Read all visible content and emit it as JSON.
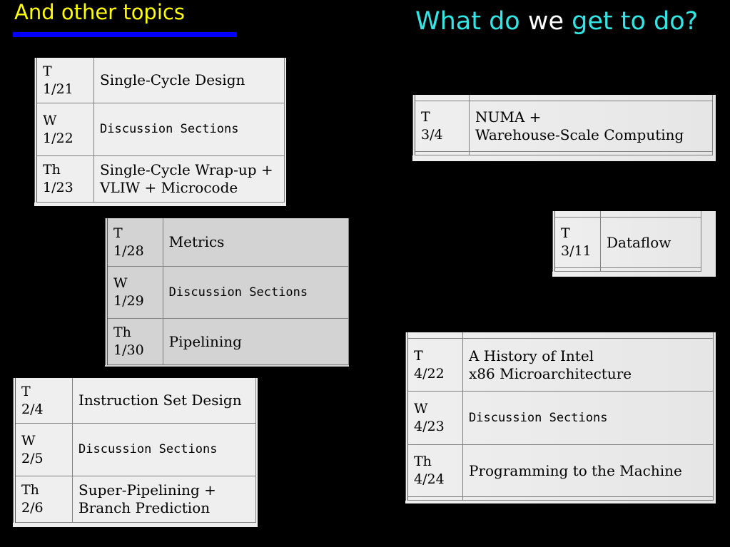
{
  "title_left": "And other topics",
  "title_right": {
    "part1": "What do",
    "part2": "we",
    "part3": "get to do?"
  },
  "tables": {
    "t1": [
      {
        "day": "T",
        "date": "1/21",
        "topic": "Single-Cycle Design"
      },
      {
        "day": "W",
        "date": "1/22",
        "topic": "Discussion Sections"
      },
      {
        "day": "Th",
        "date": "1/23",
        "topic": "Single-Cycle Wrap-up +",
        "topic2": "VLIW + Microcode"
      }
    ],
    "t2": [
      {
        "day": "T",
        "date": "1/28",
        "topic": "Metrics"
      },
      {
        "day": "W",
        "date": "1/29",
        "topic": "Discussion Sections"
      },
      {
        "day": "Th",
        "date": "1/30",
        "topic": "Pipelining"
      }
    ],
    "t3": [
      {
        "day": "T",
        "date": "2/4",
        "topic": "Instruction Set Design"
      },
      {
        "day": "W",
        "date": "2/5",
        "topic": "Discussion Sections"
      },
      {
        "day": "Th",
        "date": "2/6",
        "topic": "Super-Pipelining +",
        "topic2": "Branch Prediction"
      }
    ],
    "t4": [
      {
        "day": "T",
        "date": "3/4",
        "topic": "NUMA +",
        "topic2": "Warehouse-Scale Computing"
      }
    ],
    "t5": [
      {
        "day": "T",
        "date": "3/11",
        "topic": "Dataflow"
      }
    ],
    "t6": [
      {
        "day": "T",
        "date": "4/22",
        "topic": "A History of Intel",
        "topic2": "x86 Microarchitecture"
      },
      {
        "day": "W",
        "date": "4/23",
        "topic": "Discussion Sections"
      },
      {
        "day": "Th",
        "date": "4/24",
        "topic": "Programming to the Machine"
      }
    ]
  },
  "colors": {
    "title_left": "#ffff00",
    "underline": "#0000ff",
    "title_right_accent": "#33e5e5",
    "title_right_plain": "#ffffff",
    "background": "#000000"
  }
}
